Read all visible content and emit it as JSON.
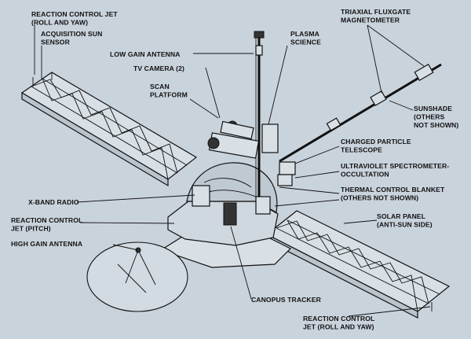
{
  "labels": {
    "reaction_control_jet_top": [
      "REACTION CONTROL JET",
      "(ROLL AND YAW)"
    ],
    "acquisition_sun_sensor": [
      "ACQUISITION SUN",
      "SENSOR"
    ],
    "low_gain_antenna": [
      "LOW GAIN ANTENNA"
    ],
    "tv_camera": [
      "TV CAMERA (2)"
    ],
    "scan_platform": [
      "SCAN",
      "PLATFORM"
    ],
    "plasma_science": [
      "PLASMA",
      "SCIENCE"
    ],
    "triaxial_magnetometer": [
      "TRIAXIAL FLUXGATE",
      "MAGNETOMETER"
    ],
    "sunshade": [
      "SUNSHADE",
      "(OTHERS",
      "NOT SHOWN)"
    ],
    "charged_particle_telescope": [
      "CHARGED PARTICLE",
      "TELESCOPE"
    ],
    "uv_spectrometer": [
      "ULTRAVIOLET SPECTROMETER-",
      "OCCULTATION"
    ],
    "thermal_control_blanket": [
      "THERMAL CONTROL BLANKET",
      "(OTHERS NOT SHOWN)"
    ],
    "x_band_radio": [
      "X-BAND RADIO"
    ],
    "reaction_control_jet_pitch": [
      "REACTION CONTROL",
      "JET (PITCH)"
    ],
    "solar_panel": [
      "SOLAR PANEL",
      "(ANTI-SUN SIDE)"
    ],
    "high_gain_antenna": [
      "HIGH GAIN ANTENNA"
    ],
    "canopus_tracker": [
      "CANOPUS TRACKER"
    ],
    "reaction_control_jet_bottom": [
      "REACTION CONTROL",
      "JET (ROLL AND YAW)"
    ]
  }
}
